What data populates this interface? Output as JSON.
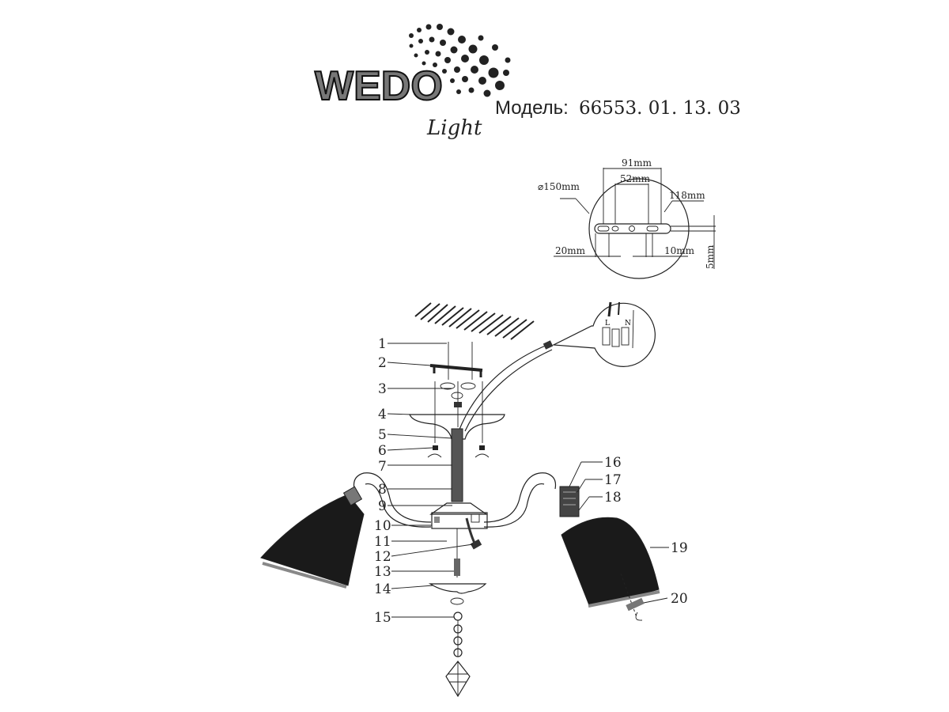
{
  "brand": {
    "logo_main": "WEDO",
    "logo_script": "Light"
  },
  "model": {
    "label": "Модель:",
    "number": "66553. 01. 13. 03"
  },
  "mount_plate": {
    "diameter": "⌀150mm",
    "width_outer": "91mm",
    "width_inner": "52mm",
    "length": "118mm",
    "slot_left": "20mm",
    "slot_right": "10mm",
    "thickness": "5mm"
  },
  "wiring": {
    "live": "L",
    "neutral": "N"
  },
  "callouts": [
    "1",
    "2",
    "3",
    "4",
    "5",
    "6",
    "7",
    "8",
    "9",
    "10",
    "11",
    "12",
    "13",
    "14",
    "15",
    "16",
    "17",
    "18",
    "19",
    "20"
  ]
}
